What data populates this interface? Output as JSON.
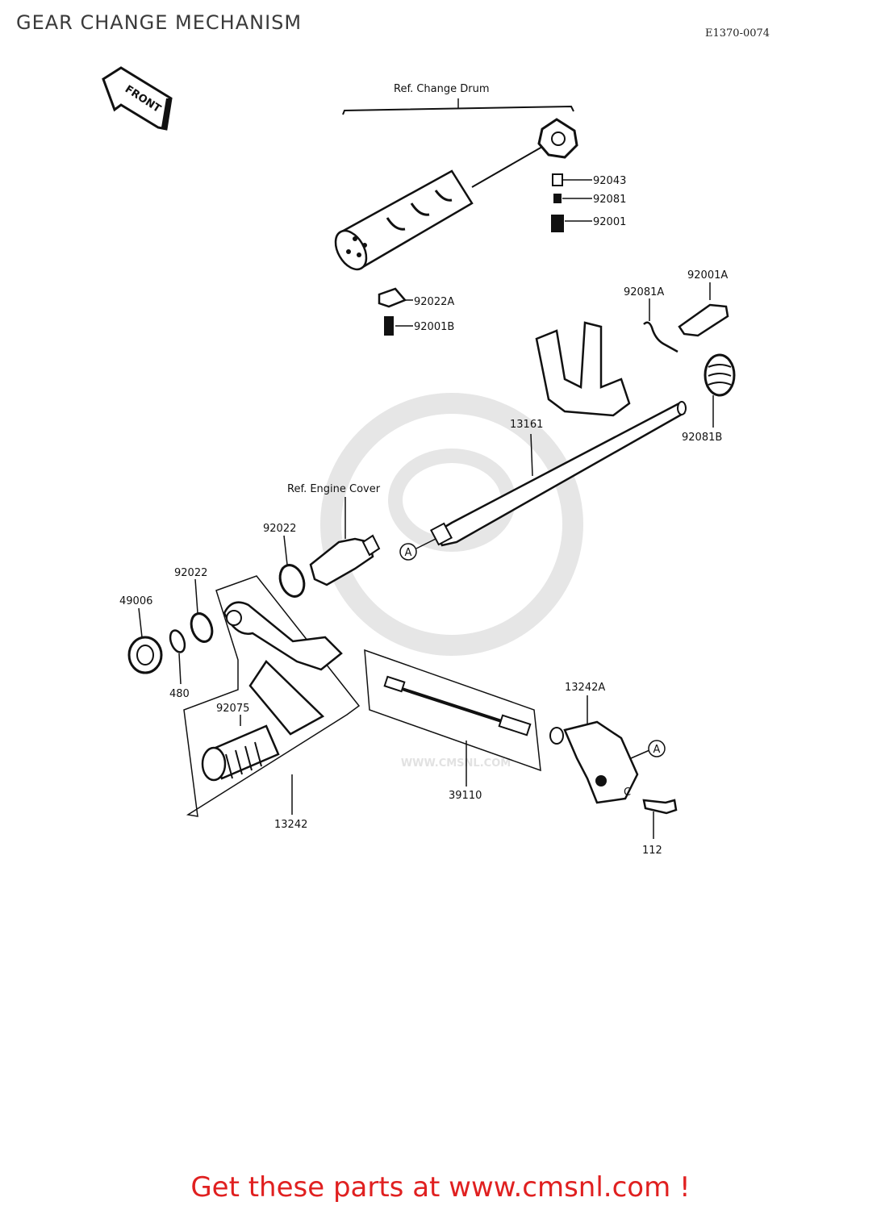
{
  "header": {
    "title": "GEAR CHANGE MECHANISM",
    "diagram_code": "E1370-0074"
  },
  "diagram": {
    "front_arrow_label": "FRONT",
    "reference_labels": {
      "change_drum": "Ref.  Change Drum",
      "engine_cover": "Ref.  Engine Cover"
    },
    "part_labels": {
      "p92043": "92043",
      "p92081": "92081",
      "p92001": "92001",
      "p92022A": "92022A",
      "p92001B": "92001B",
      "p92081A": "92081A",
      "p92001A": "92001A",
      "p92081B": "92081B",
      "p13161": "13161",
      "p92022_upper": "92022",
      "p92022_lower": "92022",
      "p49006": "49006",
      "p480": "480",
      "p92075": "92075",
      "p13242": "13242",
      "p39110": "39110",
      "p13242A": "13242A",
      "p112": "112"
    },
    "callouts": {
      "left": "A",
      "right": "A",
      "clamp": "C"
    },
    "watermark": "WWW.CMSNL.COM"
  },
  "footer": {
    "text": "Get these parts at www.cmsnl.com !"
  }
}
